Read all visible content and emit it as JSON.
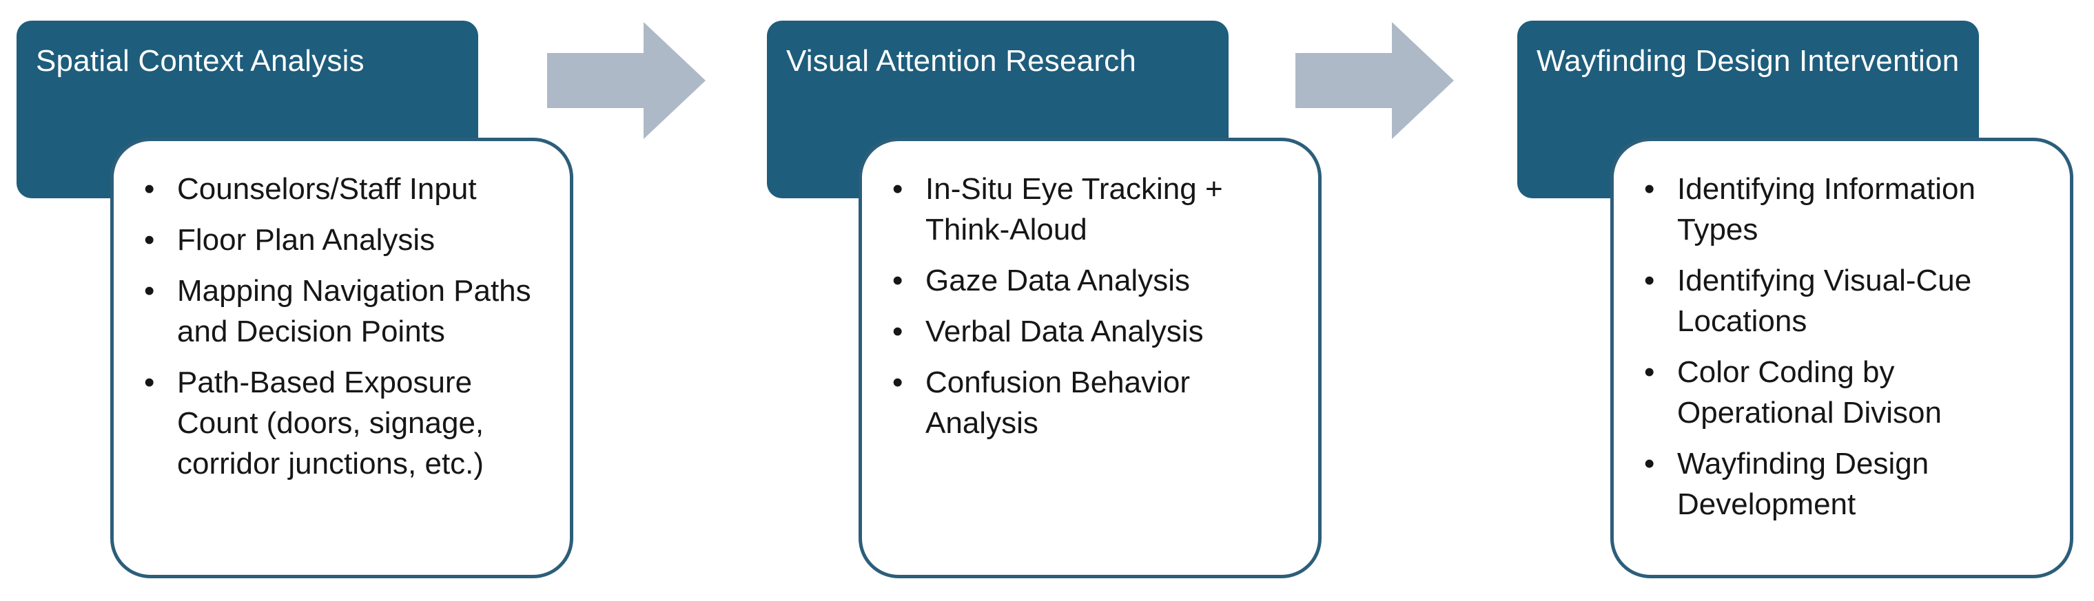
{
  "colors": {
    "header_fill": "#1e5d7c",
    "box_border": "#2c5e7a",
    "arrow_fill": "#adb9c6"
  },
  "stages": [
    {
      "title": "Spatial Context Analysis",
      "items": [
        "Counselors/Staff Input",
        "Floor Plan Analysis",
        "Mapping Navigation Paths and Decision Points",
        "Path-Based Exposure Count (doors, signage, corridor junctions, etc.)"
      ]
    },
    {
      "title": "Visual Attention Research",
      "items": [
        "In-Situ Eye Tracking + Think-Aloud",
        "Gaze Data Analysis",
        "Verbal Data Analysis",
        "Confusion Behavior Analysis"
      ]
    },
    {
      "title": "Wayfinding Design Intervention",
      "items": [
        "Identifying Information Types",
        "Identifying Visual-Cue Locations",
        "Color Coding by Operational Divison",
        "Wayfinding Design Development"
      ]
    }
  ],
  "bullet_glyph": "•",
  "arrow_icon": "right-arrow-icon"
}
